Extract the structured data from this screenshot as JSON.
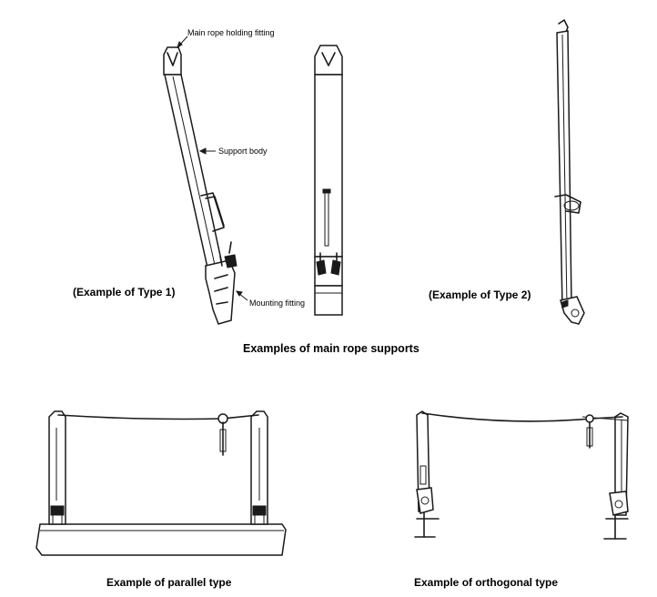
{
  "figure": {
    "labels": {
      "main_rope_holding_fitting": "Main rope holding fitting",
      "support_body": "Support body",
      "mounting_fitting": "Mounting fitting"
    },
    "captions": {
      "type1": "(Example of Type 1)",
      "type2": "(Example of Type 2)",
      "main_title": "Examples of main rope supports",
      "parallel": "Example of parallel type",
      "orthogonal": "Example of orthogonal type"
    }
  }
}
